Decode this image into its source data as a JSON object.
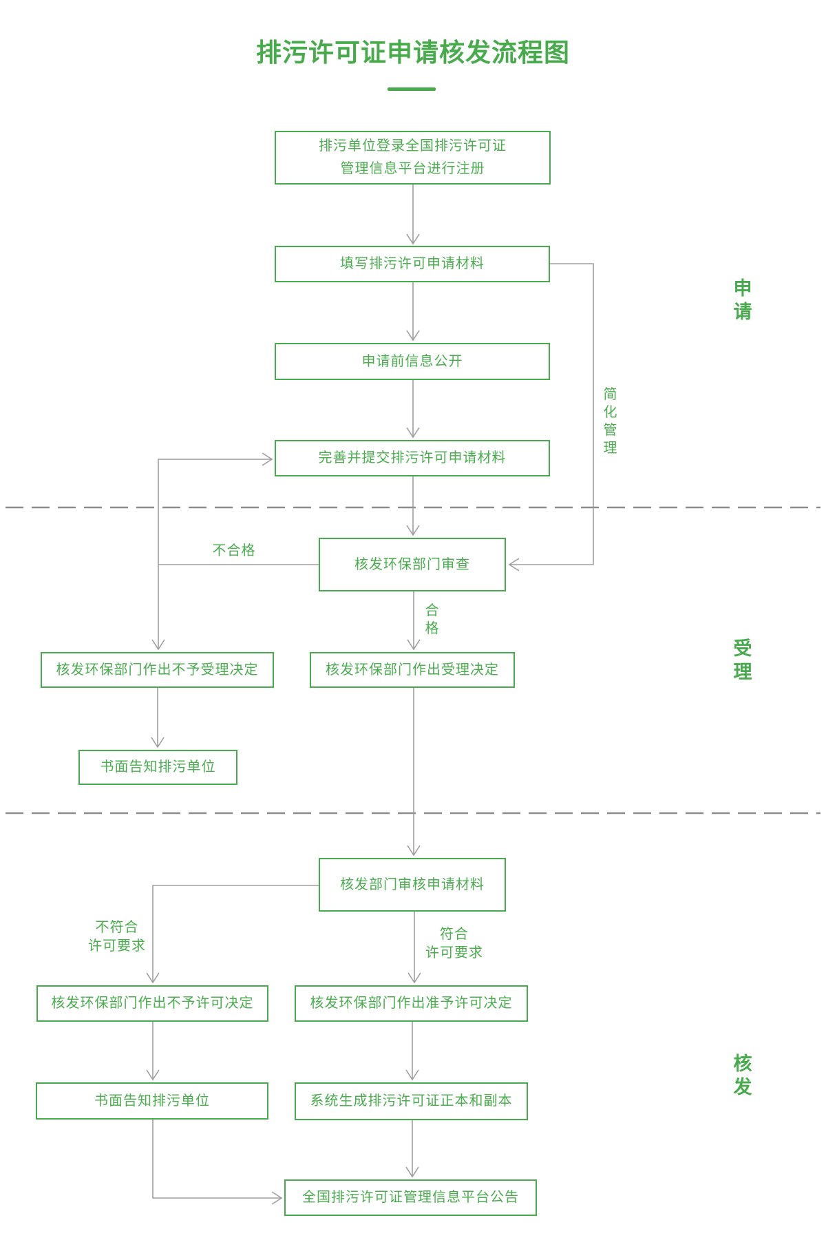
{
  "title": "排污许可证申请核发流程图",
  "colors": {
    "green": "#47ab4c",
    "connector_gray": "#9e9e9e",
    "dashed_divider_gray": "#8c8c8c"
  },
  "sections": {
    "apply": {
      "label": "申请"
    },
    "accept": {
      "label": "受理"
    },
    "issue": {
      "label": "核发"
    }
  },
  "nodes": {
    "register": {
      "label": "排污单位登录全国排污许可证\n管理信息平台进行注册"
    },
    "fill": {
      "label": "填写排污许可申请材料"
    },
    "disclose": {
      "label": "申请前信息公开"
    },
    "submit": {
      "label": "完善并提交排污许可申请材料"
    },
    "review": {
      "label": "核发环保部门审查"
    },
    "reject_accept": {
      "label": "核发环保部门作出不予受理决定"
    },
    "accept_decision": {
      "label": "核发环保部门作出受理决定"
    },
    "notify_reject_accept": {
      "label": "书面告知排污单位"
    },
    "examine": {
      "label": "核发部门审核申请材料"
    },
    "deny_permit": {
      "label": "核发环保部门作出不予许可决定"
    },
    "grant_permit": {
      "label": "核发环保部门作出准予许可决定"
    },
    "notify_deny_permit": {
      "label": "书面告知排污单位"
    },
    "generate_permit": {
      "label": "系统生成排污许可证正本和副本"
    },
    "announce": {
      "label": "全国排污许可证管理信息平台公告"
    }
  },
  "edge_labels": {
    "unqualified": {
      "label": "不合格"
    },
    "qualified": {
      "label": "合格"
    },
    "simplified_management": {
      "label": "简化管理"
    },
    "not_meet_requirements": {
      "label": "不符合\n许可要求"
    },
    "meet_requirements": {
      "label": "符合\n许可要求"
    }
  }
}
